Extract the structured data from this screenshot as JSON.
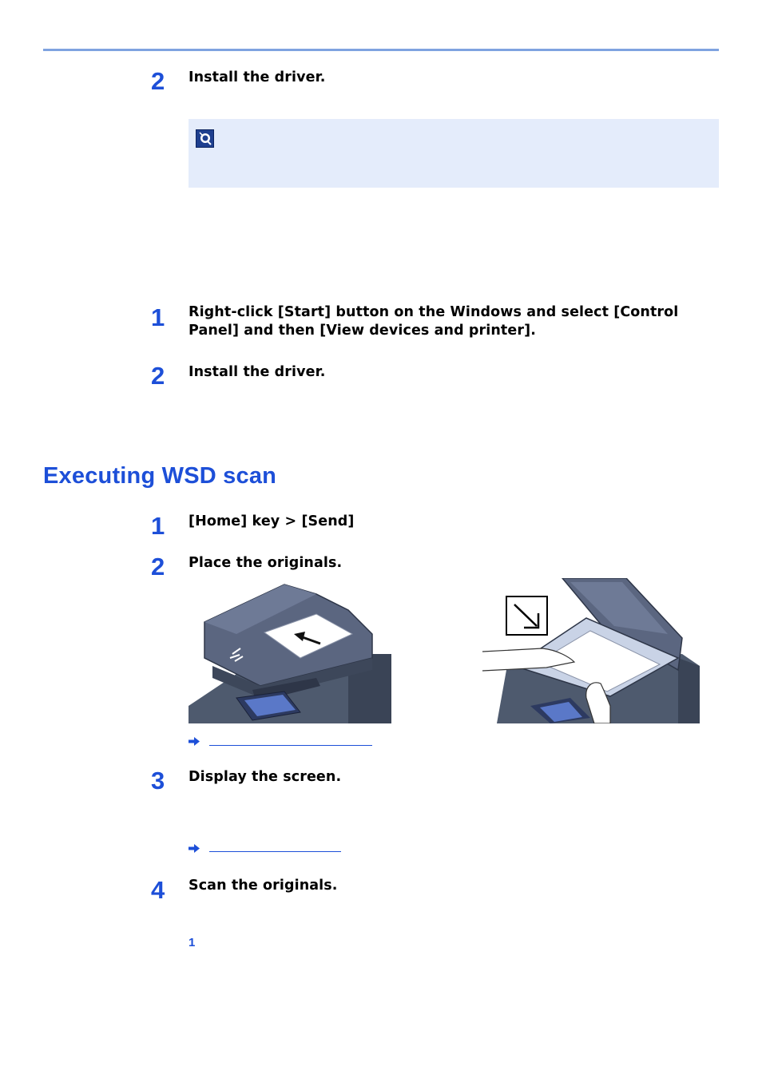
{
  "steps_top": [
    {
      "num": "2",
      "text": "Install the driver."
    }
  ],
  "steps_mid": [
    {
      "num": "1",
      "text": "Right-click [Start] button on the Windows and select [Control Panel] and then [View devices and printer]."
    },
    {
      "num": "2",
      "text": "Install the driver."
    }
  ],
  "section": {
    "title": "Executing WSD scan"
  },
  "steps_wsd": [
    {
      "num": "1",
      "text": "[Home] key > [Send]"
    },
    {
      "num": "2",
      "text": "Place the originals."
    },
    {
      "num": "3",
      "text": "Display the screen."
    },
    {
      "num": "4",
      "text": "Scan the originals."
    }
  ],
  "substep": {
    "num": "1"
  },
  "icons": {
    "note": "hint-icon",
    "ref": "reference-arrow-icon",
    "platen": "platen-arrow-icon"
  },
  "colors": {
    "accent": "#1d4fd8",
    "rule": "#7fa3e0",
    "note_bg": "#e4ecfb"
  }
}
